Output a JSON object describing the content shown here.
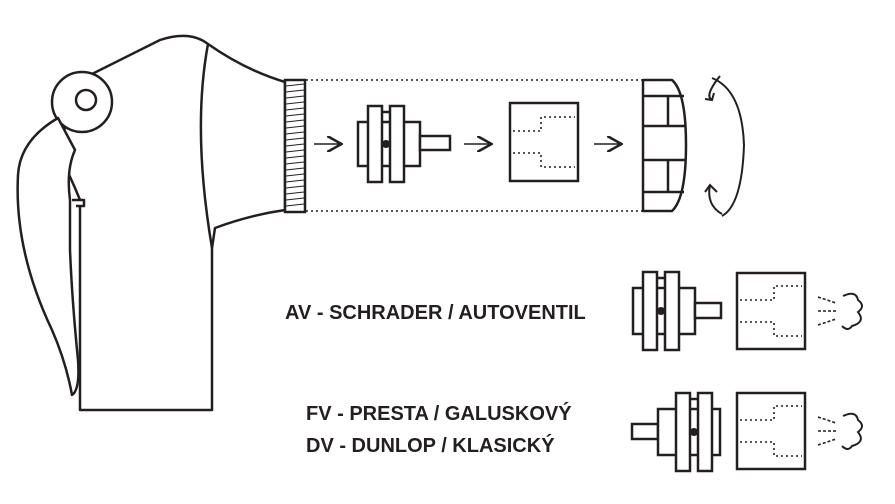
{
  "labels": {
    "av": "AV - SCHRADER / AUTOVENTIL",
    "fv": "FV - PRESTA / GALUSKOVÝ",
    "dv": "DV - DUNLOP / KLASICKÝ"
  },
  "colors": {
    "line": "#231f20",
    "background": "#ffffff"
  },
  "icons": [
    "pump-head-icon",
    "lever-icon",
    "valve-adapter-icon",
    "seal-insert-icon",
    "cap-icon",
    "rotate-arrow-icon",
    "arrow-right-icon",
    "air-puff-icon"
  ]
}
